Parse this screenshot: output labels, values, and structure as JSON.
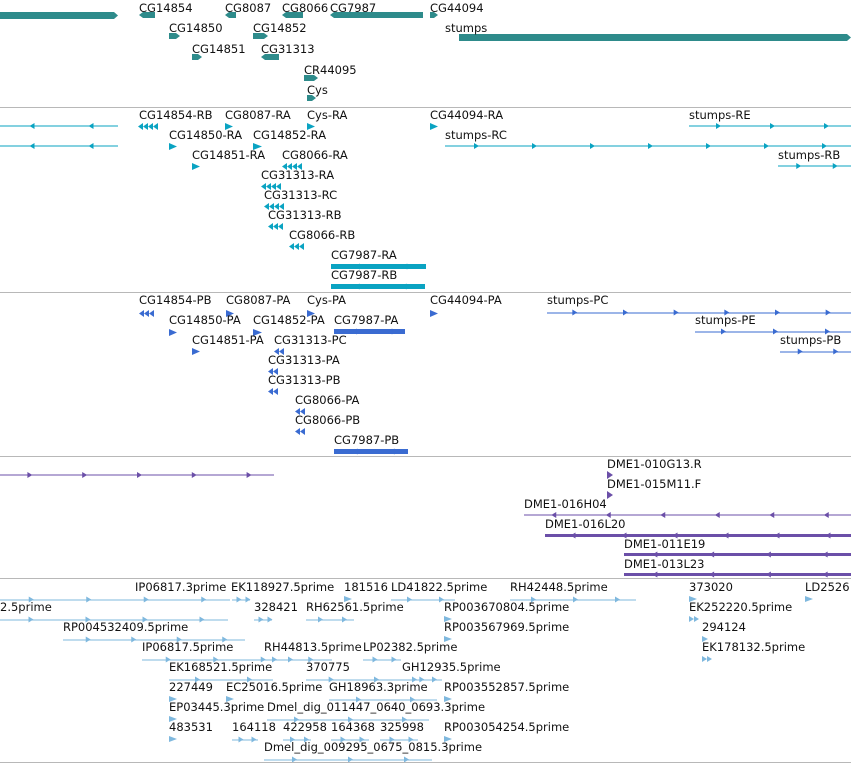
{
  "colors": {
    "gene": "#2e8b8b",
    "transcript": "#0aa3c2",
    "protein": "#3a6bd1",
    "clone": "#6b4fa8",
    "est": "#7fb8de",
    "separator": "#b8b8b8"
  },
  "tracks": {
    "genes": {
      "color_key": "gene",
      "features": [
        {
          "label": "CG14854",
          "name": "gene-cg14854",
          "strand": "-"
        },
        {
          "label": "CG8087",
          "name": "gene-cg8087",
          "strand": "-"
        },
        {
          "label": "CG8066",
          "name": "gene-cg8066",
          "strand": "-"
        },
        {
          "label": "CG7987",
          "name": "gene-cg7987",
          "strand": "-"
        },
        {
          "label": "CG44094",
          "name": "gene-cg44094",
          "strand": "+"
        },
        {
          "label": "CG14850",
          "name": "gene-cg14850",
          "strand": "+"
        },
        {
          "label": "CG14852",
          "name": "gene-cg14852",
          "strand": "+"
        },
        {
          "label": "stumps",
          "name": "gene-stumps",
          "strand": "+"
        },
        {
          "label": "CG14851",
          "name": "gene-cg14851",
          "strand": "+"
        },
        {
          "label": "CG31313",
          "name": "gene-cg31313",
          "strand": "-"
        },
        {
          "label": "CR44095",
          "name": "gene-cr44095",
          "strand": "+"
        },
        {
          "label": "Cys",
          "name": "gene-cys",
          "strand": "+"
        },
        {
          "label": "",
          "name": "gene-left-offscreen",
          "strand": "+"
        }
      ]
    },
    "transcripts": {
      "color_key": "transcript",
      "features": [
        {
          "label": "",
          "name": "transcript-left-1",
          "strand": "-"
        },
        {
          "label": "",
          "name": "transcript-left-2",
          "strand": "-"
        },
        {
          "label": "CG14854-RB",
          "name": "transcript-cg14854-rb",
          "strand": "-"
        },
        {
          "label": "CG8087-RA",
          "name": "transcript-cg8087-ra",
          "strand": "+"
        },
        {
          "label": "Cys-RA",
          "name": "transcript-cys-ra",
          "strand": "+"
        },
        {
          "label": "CG44094-RA",
          "name": "transcript-cg44094-ra",
          "strand": "+"
        },
        {
          "label": "stumps-RE",
          "name": "transcript-stumps-re",
          "strand": "+"
        },
        {
          "label": "CG14850-RA",
          "name": "transcript-cg14850-ra",
          "strand": "+"
        },
        {
          "label": "CG14852-RA",
          "name": "transcript-cg14852-ra",
          "strand": "+"
        },
        {
          "label": "stumps-RC",
          "name": "transcript-stumps-rc",
          "strand": "+"
        },
        {
          "label": "stumps-RB",
          "name": "transcript-stumps-rb",
          "strand": "+"
        },
        {
          "label": "CG14851-RA",
          "name": "transcript-cg14851-ra",
          "strand": "+"
        },
        {
          "label": "CG8066-RA",
          "name": "transcript-cg8066-ra",
          "strand": "-"
        },
        {
          "label": "CG31313-RA",
          "name": "transcript-cg31313-ra",
          "strand": "-"
        },
        {
          "label": "CG31313-RC",
          "name": "transcript-cg31313-rc",
          "strand": "-"
        },
        {
          "label": "CG31313-RB",
          "name": "transcript-cg31313-rb",
          "strand": "-"
        },
        {
          "label": "CG8066-RB",
          "name": "transcript-cg8066-rb",
          "strand": "-"
        },
        {
          "label": "CG7987-RA",
          "name": "transcript-cg7987-ra",
          "strand": "-"
        },
        {
          "label": "CG7987-RB",
          "name": "transcript-cg7987-rb",
          "strand": "-"
        }
      ]
    },
    "proteins": {
      "color_key": "protein",
      "features": [
        {
          "label": "CG14854-PB",
          "name": "protein-cg14854-pb",
          "strand": "-"
        },
        {
          "label": "CG8087-PA",
          "name": "protein-cg8087-pa",
          "strand": "+"
        },
        {
          "label": "Cys-PA",
          "name": "protein-cys-pa",
          "strand": "+"
        },
        {
          "label": "CG44094-PA",
          "name": "protein-cg44094-pa",
          "strand": "+"
        },
        {
          "label": "stumps-PC",
          "name": "protein-stumps-pc",
          "strand": "+"
        },
        {
          "label": "CG14850-PA",
          "name": "protein-cg14850-pa",
          "strand": "+"
        },
        {
          "label": "CG14852-PA",
          "name": "protein-cg14852-pa",
          "strand": "+"
        },
        {
          "label": "CG7987-PA",
          "name": "protein-cg7987-pa",
          "strand": "-"
        },
        {
          "label": "stumps-PE",
          "name": "protein-stumps-pe",
          "strand": "+"
        },
        {
          "label": "CG14851-PA",
          "name": "protein-cg14851-pa",
          "strand": "+"
        },
        {
          "label": "CG31313-PC",
          "name": "protein-cg31313-pc",
          "strand": "-"
        },
        {
          "label": "stumps-PB",
          "name": "protein-stumps-pb",
          "strand": "+"
        },
        {
          "label": "CG31313-PA",
          "name": "protein-cg31313-pa",
          "strand": "-"
        },
        {
          "label": "CG31313-PB",
          "name": "protein-cg31313-pb",
          "strand": "-"
        },
        {
          "label": "CG8066-PA",
          "name": "protein-cg8066-pa",
          "strand": "-"
        },
        {
          "label": "CG8066-PB",
          "name": "protein-cg8066-pb",
          "strand": "-"
        },
        {
          "label": "CG7987-PB",
          "name": "protein-cg7987-pb",
          "strand": "-"
        }
      ]
    },
    "clones": {
      "color_key": "clone",
      "features": [
        {
          "label": "",
          "name": "clone-left-offscreen",
          "strand": "+"
        },
        {
          "label": "DME1-010G13.R",
          "name": "clone-dme1-010g13r",
          "strand": "+"
        },
        {
          "label": "DME1-015M11.F",
          "name": "clone-dme1-015m11f",
          "strand": "+"
        },
        {
          "label": "DME1-016H04",
          "name": "clone-dme1-016h04",
          "strand": "-"
        },
        {
          "label": "DME1-016L20",
          "name": "clone-dme1-016l20",
          "strand": "-"
        },
        {
          "label": "DME1-011E19",
          "name": "clone-dme1-011e19",
          "strand": "-"
        },
        {
          "label": "DME1-013L23",
          "name": "clone-dme1-013l23",
          "strand": "-"
        }
      ]
    },
    "ests": {
      "color_key": "est",
      "features": [
        {
          "label": "IP06817.3prime",
          "name": "est-ip06817-3prime"
        },
        {
          "label": "EK118927.5prime",
          "name": "est-ek118927-5prime"
        },
        {
          "label": "181516",
          "name": "est-181516"
        },
        {
          "label": "LD41822.5prime",
          "name": "est-ld41822-5prime"
        },
        {
          "label": "RH42448.5prime",
          "name": "est-rh42448-5prime"
        },
        {
          "label": "373020",
          "name": "est-373020"
        },
        {
          "label": "LD2526",
          "name": "est-ld2526"
        },
        {
          "label": "2.5prime",
          "name": "est-left-2-5prime"
        },
        {
          "label": "328421",
          "name": "est-328421"
        },
        {
          "label": "RH62561.5prime",
          "name": "est-rh62561-5prime"
        },
        {
          "label": "RP003670804.5prime",
          "name": "est-rp003670804-5prime"
        },
        {
          "label": "EK252220.5prime",
          "name": "est-ek252220-5prime"
        },
        {
          "label": "RP004532409.5prime",
          "name": "est-rp004532409-5prime"
        },
        {
          "label": "RP003567969.5prime",
          "name": "est-rp003567969-5prime"
        },
        {
          "label": "294124",
          "name": "est-294124"
        },
        {
          "label": "IP06817.5prime",
          "name": "est-ip06817-5prime"
        },
        {
          "label": "RH44813.5prime",
          "name": "est-rh44813-5prime"
        },
        {
          "label": "LP02382.5prime",
          "name": "est-lp02382-5prime"
        },
        {
          "label": "EK178132.5prime",
          "name": "est-ek178132-5prime"
        },
        {
          "label": "EK168521.5prime",
          "name": "est-ek168521-5prime"
        },
        {
          "label": "370775",
          "name": "est-370775"
        },
        {
          "label": "GH12935.5prime",
          "name": "est-gh12935-5prime"
        },
        {
          "label": "227449",
          "name": "est-227449"
        },
        {
          "label": "EC25016.5prime",
          "name": "est-ec25016-5prime"
        },
        {
          "label": "GH18963.3prime",
          "name": "est-gh18963-3prime"
        },
        {
          "label": "RP003552857.5prime",
          "name": "est-rp003552857-5prime"
        },
        {
          "label": "EP03445.3prime",
          "name": "est-ep03445-3prime"
        },
        {
          "label": "Dmel_dig_011447_0640_0693.3prime",
          "name": "est-dmel-dig-011447"
        },
        {
          "label": "483531",
          "name": "est-483531"
        },
        {
          "label": "164118",
          "name": "est-164118"
        },
        {
          "label": "422958",
          "name": "est-422958"
        },
        {
          "label": "164368",
          "name": "est-164368"
        },
        {
          "label": "325998",
          "name": "est-325998"
        },
        {
          "label": "RP003054254.5prime",
          "name": "est-rp003054254-5prime"
        },
        {
          "label": "Dmel_dig_009295_0675_0815.3prime",
          "name": "est-dmel-dig-009295"
        }
      ]
    }
  }
}
